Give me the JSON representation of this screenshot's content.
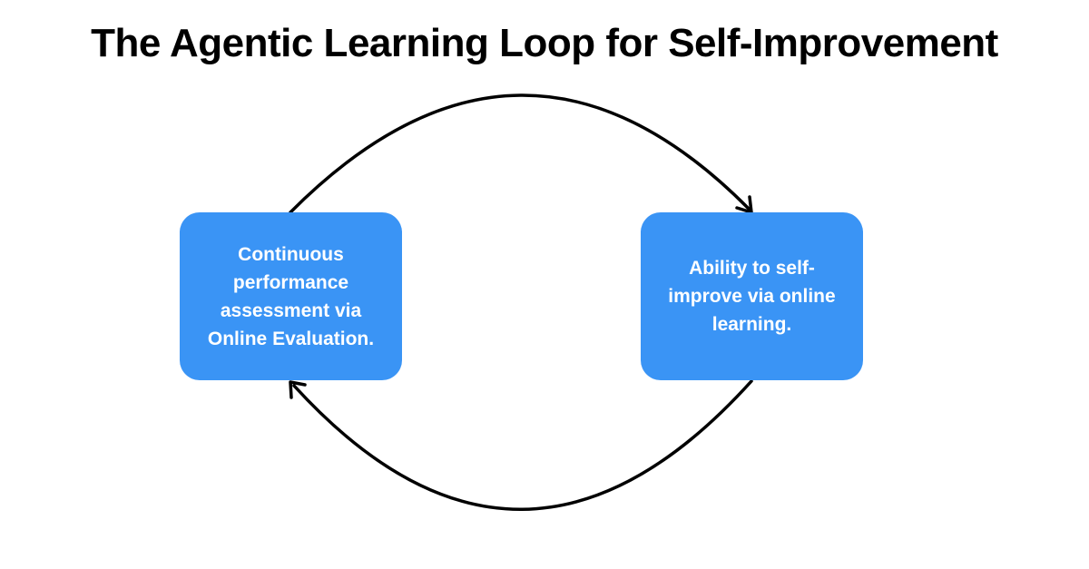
{
  "title": "The Agentic Learning Loop for Self-Improvement",
  "nodes": {
    "left": {
      "label": "Continuous performance assessment via Online Evaluation."
    },
    "right": {
      "label": "Ability to self-improve via online learning."
    }
  },
  "colors": {
    "node_fill": "#3a94f5",
    "node_text": "#ffffff",
    "arrow": "#000000",
    "title": "#000000"
  },
  "arrows": [
    {
      "from": "left",
      "to": "right",
      "direction": "top"
    },
    {
      "from": "right",
      "to": "left",
      "direction": "bottom"
    }
  ]
}
